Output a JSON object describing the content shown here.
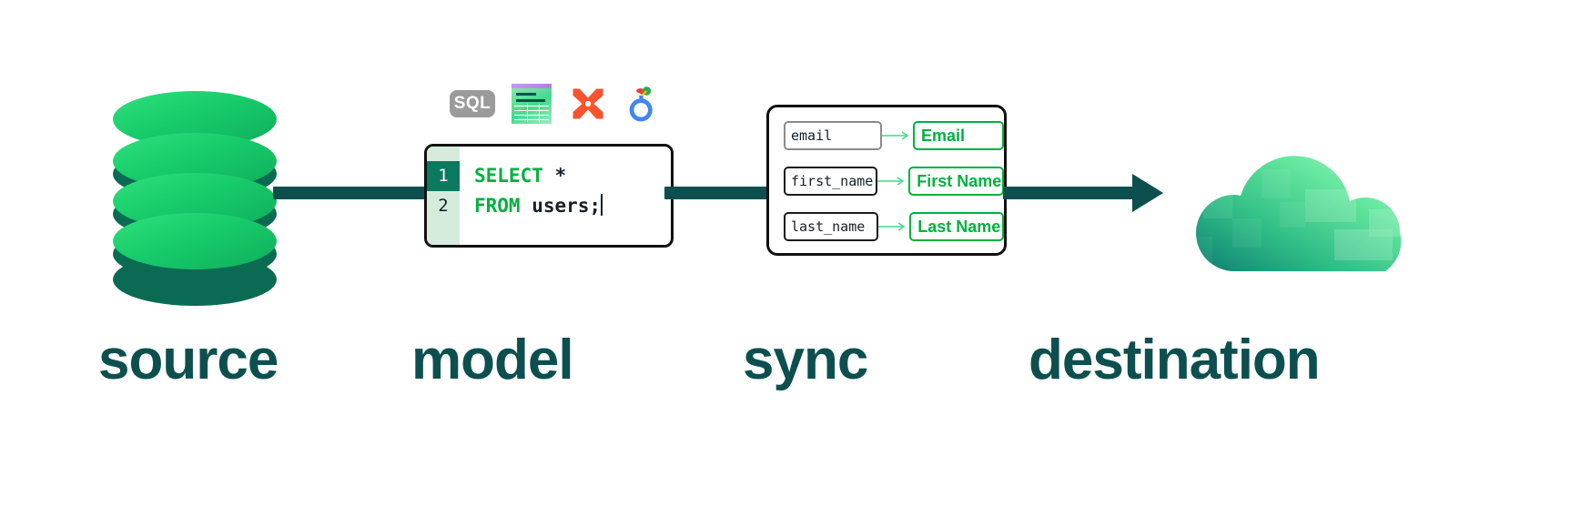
{
  "theme": {
    "background": "#ffffff",
    "connector_color": "#0d4f4f",
    "label_color": "#0d4f4f",
    "accent_green": "#00b140",
    "db_green": "#17cc6a",
    "gutter_green": "#d5ecdd",
    "gutter_active": "#0a7a5e",
    "badge_gray": "#9b9b9b",
    "x_icon_red": "#fc5230"
  },
  "stages": [
    {
      "key": "source",
      "label": "source"
    },
    {
      "key": "model",
      "label": "model"
    },
    {
      "key": "sync",
      "label": "sync"
    },
    {
      "key": "destination",
      "label": "destination"
    }
  ],
  "source": {
    "icon_name": "database-cylinder-icon",
    "disc_count": 4
  },
  "model": {
    "icons": [
      {
        "name": "sql-badge-icon",
        "label": "SQL"
      },
      {
        "name": "spreadsheet-icon",
        "label": ""
      },
      {
        "name": "x-logo-icon",
        "label": ""
      },
      {
        "name": "bigquery-logo-icon",
        "label": ""
      }
    ],
    "editor": {
      "lines": [
        {
          "number": "1",
          "keyword": "SELECT",
          "rest": " *",
          "active": true
        },
        {
          "number": "2",
          "keyword": "FROM",
          "rest": " users;",
          "active": false
        }
      ],
      "caret_visible": true
    }
  },
  "sync": {
    "mappings": [
      {
        "source_field": "email",
        "destination_field": "Email",
        "muted_border": true
      },
      {
        "source_field": "first_name",
        "destination_field": "First Name",
        "muted_border": false
      },
      {
        "source_field": "last_name",
        "destination_field": "Last Name",
        "muted_border": false
      }
    ]
  },
  "destination": {
    "icon_name": "cloud-icon"
  },
  "connectors": [
    {
      "name": "source-to-model",
      "arrowhead": false
    },
    {
      "name": "model-to-sync",
      "arrowhead": false
    },
    {
      "name": "sync-to-destination",
      "arrowhead": true
    }
  ]
}
